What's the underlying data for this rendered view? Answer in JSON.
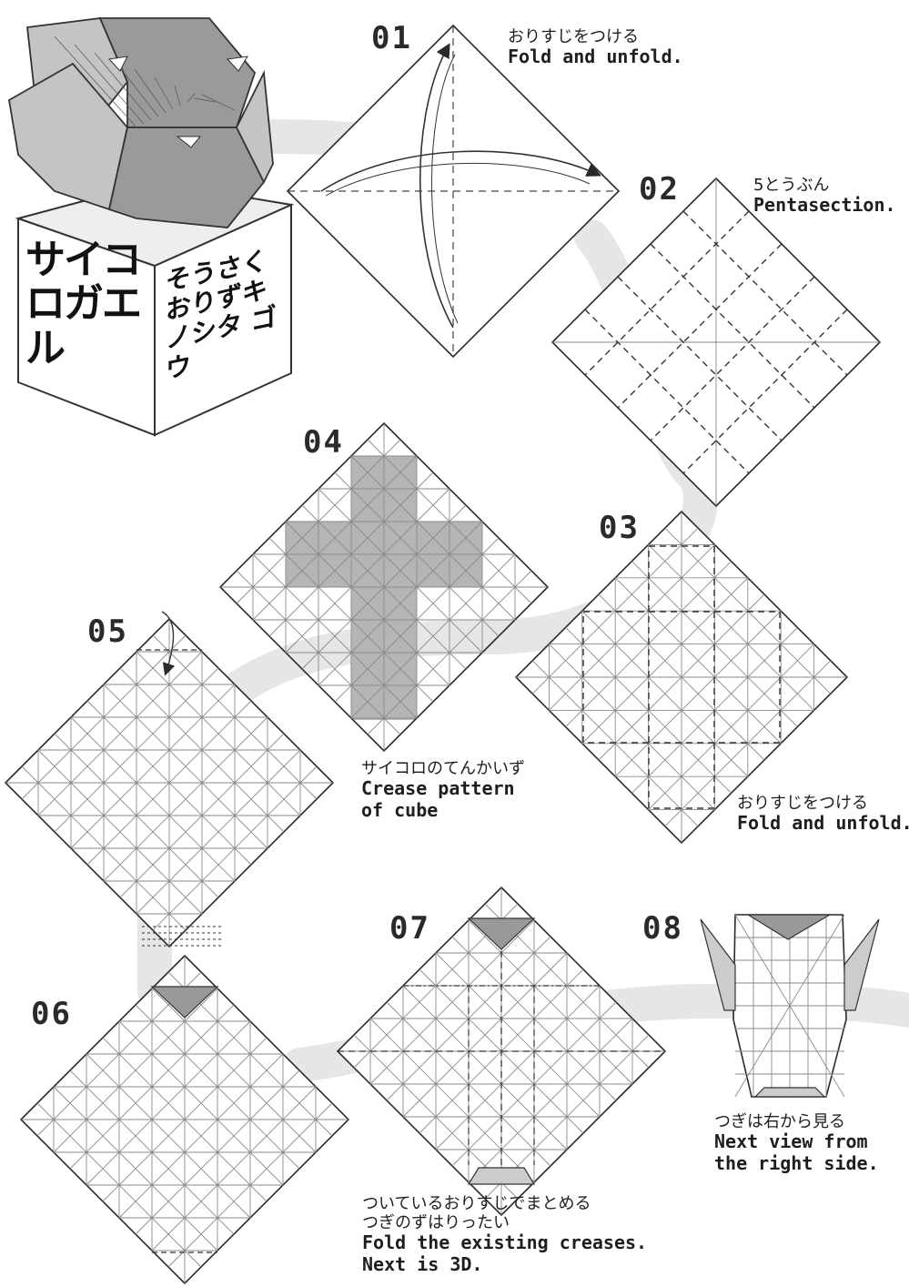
{
  "title_box": {
    "left_face": "サイコロガエル",
    "right_face": "そうさく おりずキノシタ ゴウ"
  },
  "steps": [
    {
      "id": "01",
      "jp": "おりすじをつける",
      "en": "Fold and unfold."
    },
    {
      "id": "02",
      "jp": "5とうぶん",
      "en": "Pentasection."
    },
    {
      "id": "03",
      "jp": "おりすじをつける",
      "en": "Fold and unfold."
    },
    {
      "id": "04",
      "jp": "サイコロのてんかいず",
      "en1": "Crease pattern",
      "en2": "of cube"
    },
    {
      "id": "05"
    },
    {
      "id": "06"
    },
    {
      "id": "07",
      "jp1": "ついているおりすじでまとめる",
      "jp2": "つぎのずはりったい",
      "en1": "Fold the existing creases.",
      "en2": "Next is 3D."
    },
    {
      "id": "08",
      "jp": "つぎは右から見る",
      "en1": "Next view from",
      "en2": "the right side."
    }
  ],
  "colors": {
    "line": "#2a2a2a",
    "crease": "#8a8a8a",
    "shade": "#b5b5b5",
    "path": "#e6e6e6"
  }
}
